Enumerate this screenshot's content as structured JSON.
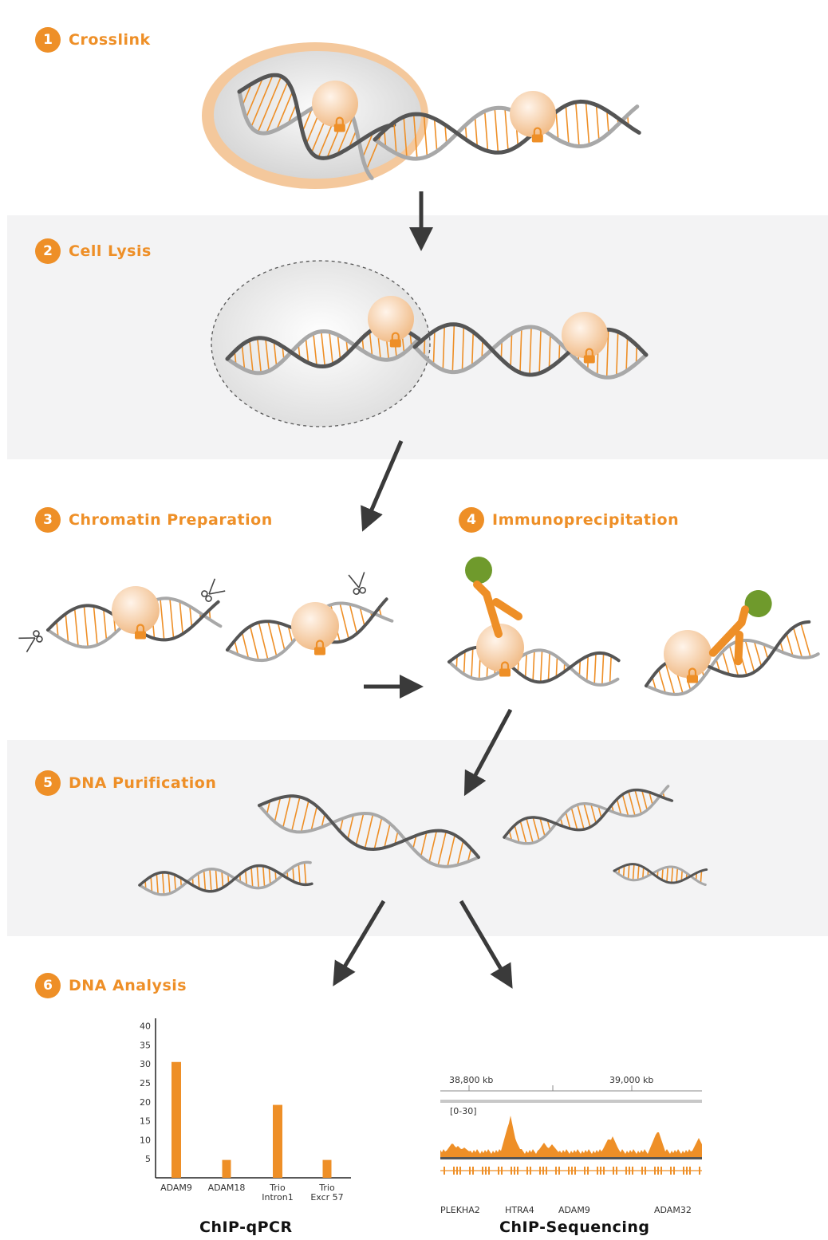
{
  "steps": [
    {
      "num": "1",
      "label": "Crosslink"
    },
    {
      "num": "2",
      "label": "Cell Lysis"
    },
    {
      "num": "3",
      "label": "Chromatin Preparation"
    },
    {
      "num": "4",
      "label": "Immunoprecipitation"
    },
    {
      "num": "5",
      "label": "DNA Purification"
    },
    {
      "num": "6",
      "label": "DNA Analysis"
    }
  ],
  "captions": {
    "qpcr": "ChIP-qPCR",
    "seq": "ChIP-Sequencing"
  },
  "colors": {
    "orange": "#ee8f27",
    "band": "#f3f3f4",
    "dna_dark": "#555555",
    "dna_light": "#a8a8a8",
    "histone": "#f6c89a",
    "antibody_head": "#6f9a2c"
  },
  "chart_data": [
    {
      "type": "bar",
      "categories": [
        "ADAM9",
        "ADAM18",
        "Trio Intron1",
        "Trio Excr 57"
      ],
      "category_lines": [
        [
          "ADAM9"
        ],
        [
          "ADAM18"
        ],
        [
          "Trio",
          "Intron1"
        ],
        [
          "Trio",
          "Excr 57"
        ]
      ],
      "values": [
        30.5,
        4.7,
        19.2,
        4.7
      ],
      "yticks": [
        5,
        10,
        15,
        20,
        25,
        30,
        35,
        40
      ],
      "ylim": [
        0,
        42
      ]
    },
    {
      "type": "area",
      "coordinate_labels": [
        "38,800 kb",
        "39,000 kb"
      ],
      "range_label": "[0-30]",
      "genes": [
        "PLEKHA2",
        "HTRA4",
        "ADAM9",
        "ADAM32"
      ]
    }
  ]
}
